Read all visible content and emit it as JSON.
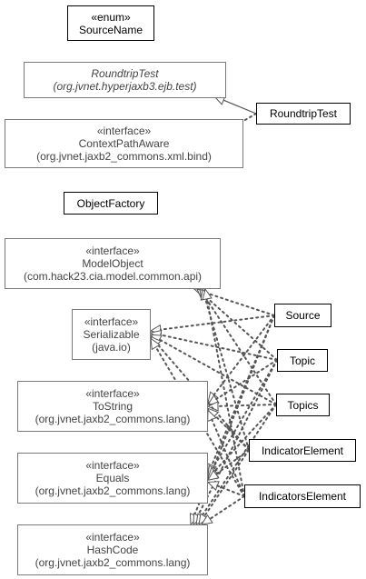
{
  "colors": {
    "edge": "#555555",
    "ext_border": "#7a7a7a",
    "ext_text": "#444444",
    "local_border": "#000000",
    "arrowhead_fill": "#ffffff"
  },
  "nodes": {
    "source_name": {
      "stereotype": "«enum»",
      "name": "SourceName"
    },
    "roundtrip_base": {
      "name": "RoundtripTest",
      "package": "(org.jvnet.hyperjaxb3.ejb.test)"
    },
    "roundtrip_test": {
      "name": "RoundtripTest"
    },
    "context_path": {
      "stereotype": "«interface»",
      "name": "ContextPathAware",
      "package": "(org.jvnet.jaxb2_commons.xml.bind)"
    },
    "object_factory": {
      "name": "ObjectFactory"
    },
    "model_object": {
      "stereotype": "«interface»",
      "name": "ModelObject",
      "package": "(com.hack23.cia.model.common.api)"
    },
    "serializable": {
      "stereotype": "«interface»",
      "name": "Serializable",
      "package": "(java.io)"
    },
    "to_string": {
      "stereotype": "«interface»",
      "name": "ToString",
      "package": "(org.jvnet.jaxb2_commons.lang)"
    },
    "equals": {
      "stereotype": "«interface»",
      "name": "Equals",
      "package": "(org.jvnet.jaxb2_commons.lang)"
    },
    "hash_code": {
      "stereotype": "«interface»",
      "name": "HashCode",
      "package": "(org.jvnet.jaxb2_commons.lang)"
    },
    "source": {
      "name": "Source"
    },
    "topic": {
      "name": "Topic"
    },
    "topics": {
      "name": "Topics"
    },
    "indicator_element": {
      "name": "IndicatorElement"
    },
    "indicators_element": {
      "name": "IndicatorsElement"
    }
  },
  "edges": [
    {
      "from": "roundtrip_test",
      "to": "roundtrip_base",
      "kind": "extends"
    },
    {
      "from": "roundtrip_test",
      "to": "context_path",
      "kind": "implements"
    },
    {
      "from": "source",
      "to": "model_object",
      "kind": "implements"
    },
    {
      "from": "source",
      "to": "serializable",
      "kind": "implements"
    },
    {
      "from": "source",
      "to": "to_string",
      "kind": "implements"
    },
    {
      "from": "source",
      "to": "equals",
      "kind": "implements"
    },
    {
      "from": "source",
      "to": "hash_code",
      "kind": "implements"
    },
    {
      "from": "topic",
      "to": "model_object",
      "kind": "implements"
    },
    {
      "from": "topic",
      "to": "serializable",
      "kind": "implements"
    },
    {
      "from": "topic",
      "to": "to_string",
      "kind": "implements"
    },
    {
      "from": "topic",
      "to": "equals",
      "kind": "implements"
    },
    {
      "from": "topic",
      "to": "hash_code",
      "kind": "implements"
    },
    {
      "from": "topics",
      "to": "model_object",
      "kind": "implements"
    },
    {
      "from": "topics",
      "to": "serializable",
      "kind": "implements"
    },
    {
      "from": "topics",
      "to": "to_string",
      "kind": "implements"
    },
    {
      "from": "topics",
      "to": "equals",
      "kind": "implements"
    },
    {
      "from": "topics",
      "to": "hash_code",
      "kind": "implements"
    },
    {
      "from": "indicator_element",
      "to": "model_object",
      "kind": "implements"
    },
    {
      "from": "indicator_element",
      "to": "serializable",
      "kind": "implements"
    },
    {
      "from": "indicator_element",
      "to": "to_string",
      "kind": "implements"
    },
    {
      "from": "indicator_element",
      "to": "equals",
      "kind": "implements"
    },
    {
      "from": "indicator_element",
      "to": "hash_code",
      "kind": "implements"
    },
    {
      "from": "indicators_element",
      "to": "model_object",
      "kind": "implements"
    },
    {
      "from": "indicators_element",
      "to": "serializable",
      "kind": "implements"
    },
    {
      "from": "indicators_element",
      "to": "to_string",
      "kind": "implements"
    },
    {
      "from": "indicators_element",
      "to": "equals",
      "kind": "implements"
    },
    {
      "from": "indicators_element",
      "to": "hash_code",
      "kind": "implements"
    }
  ]
}
